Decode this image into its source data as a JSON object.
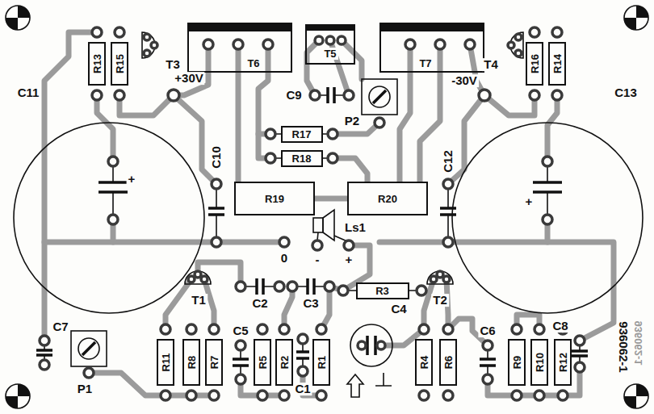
{
  "diagram": {
    "nodes": [
      {
        "text": [
          "R13"
        ]
      },
      {
        "text": [
          "R15"
        ]
      },
      {
        "text": [
          "T6"
        ]
      },
      {
        "text": [
          "T5"
        ]
      },
      {
        "text": [
          "T7"
        ]
      },
      {
        "text": [
          "R16"
        ]
      },
      {
        "text": [
          "R14"
        ]
      },
      {
        "text": [
          "R17"
        ]
      },
      {
        "text": [
          "R18"
        ]
      },
      {
        "text": [
          "R19"
        ]
      },
      {
        "text": [
          "R20"
        ]
      },
      {
        "text": [
          "R3"
        ]
      },
      {
        "text": [
          "R11"
        ]
      },
      {
        "text": [
          "R8"
        ]
      },
      {
        "text": [
          "R7"
        ]
      },
      {
        "text": [
          "R5"
        ]
      },
      {
        "text": [
          "R2"
        ]
      },
      {
        "text": [
          "R1"
        ]
      },
      {
        "text": [
          "R4"
        ]
      },
      {
        "text": [
          "R6"
        ]
      },
      {
        "text": [
          "R9"
        ]
      },
      {
        "text": [
          "R10"
        ]
      },
      {
        "text": [
          "R12"
        ]
      }
    ],
    "labels": [
      "T3",
      "T4",
      "C11",
      "+30V",
      "C9",
      "-30V",
      "C13",
      "P2",
      "C10",
      "+",
      "C12",
      "+",
      "Ls1",
      "0",
      "-",
      "+",
      "T1",
      "C2",
      "C3",
      "C4",
      "T2",
      "C7",
      "C5",
      "C6",
      "C8",
      "936062-1",
      "936062-1",
      "P1",
      "C1"
    ]
  }
}
